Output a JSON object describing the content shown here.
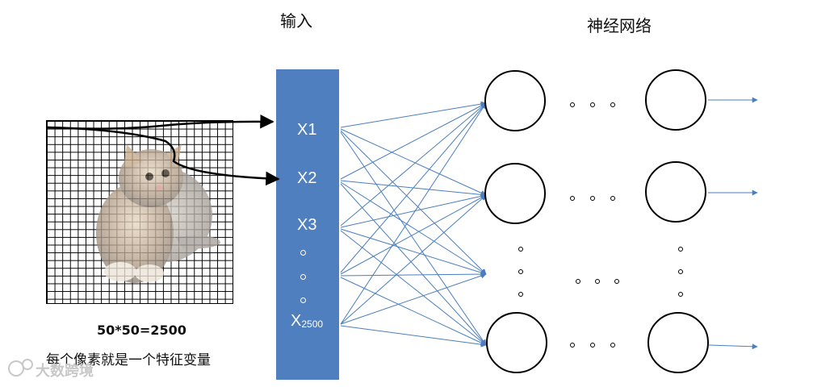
{
  "titles": {
    "input": "输入",
    "network": "神经网络"
  },
  "input_bar": {
    "color": "#4f7fbf",
    "labels": [
      "X1",
      "X2",
      "X3"
    ],
    "last_label_main": "X",
    "last_label_sub": "2500"
  },
  "image_caption": {
    "formula": "50*50=2500",
    "description": "每个像素就是一个特征变量"
  },
  "watermark": "大数跨境",
  "colors": {
    "connection": "#4a7ebf",
    "arrow": "#000000",
    "neuron_stroke": "#000000"
  },
  "icons": {
    "cat_picture": "cat-photo-icon"
  }
}
